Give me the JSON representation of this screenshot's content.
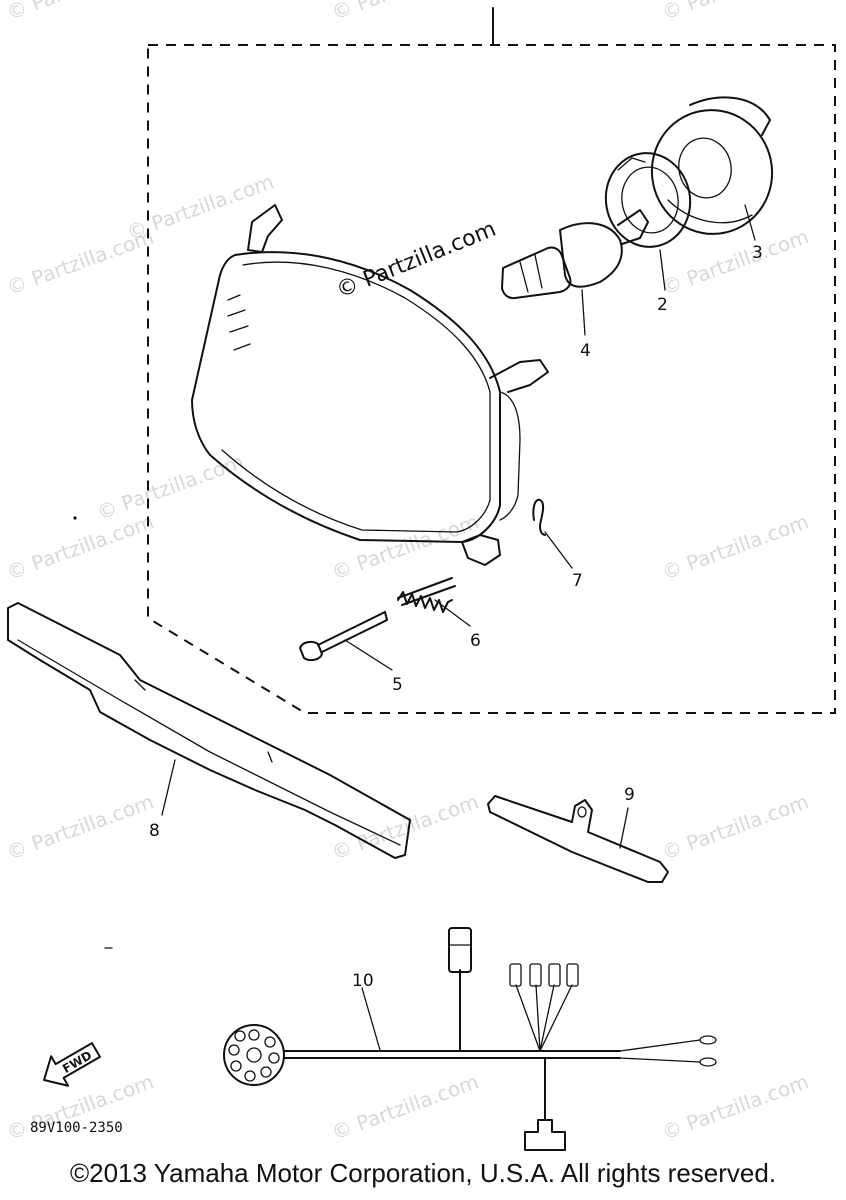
{
  "watermarks": [
    "© Partzilla.com",
    "© Partzilla.com",
    "© Partzilla.com",
    "© Partzilla.com",
    "© Partzilla.com",
    "© Partzilla.com",
    "© Partzilla.com",
    "© Partzilla.com",
    "© Partzilla.com",
    "© Partzilla.com",
    "© Partzilla.com",
    "© Partzilla.com",
    "© Partzilla.com",
    "© Partzilla.com",
    "© Partzilla.com",
    "© Partzilla.com"
  ],
  "center_watermark": "© Partzilla.com",
  "callouts": [
    "2",
    "3",
    "4",
    "5",
    "6",
    "7",
    "8",
    "9",
    "10"
  ],
  "fwd_label": "FWD",
  "diagram_code": "89V100-2350",
  "copyright": "©2013 Yamaha Motor Corporation, U.S.A. All rights reserved."
}
